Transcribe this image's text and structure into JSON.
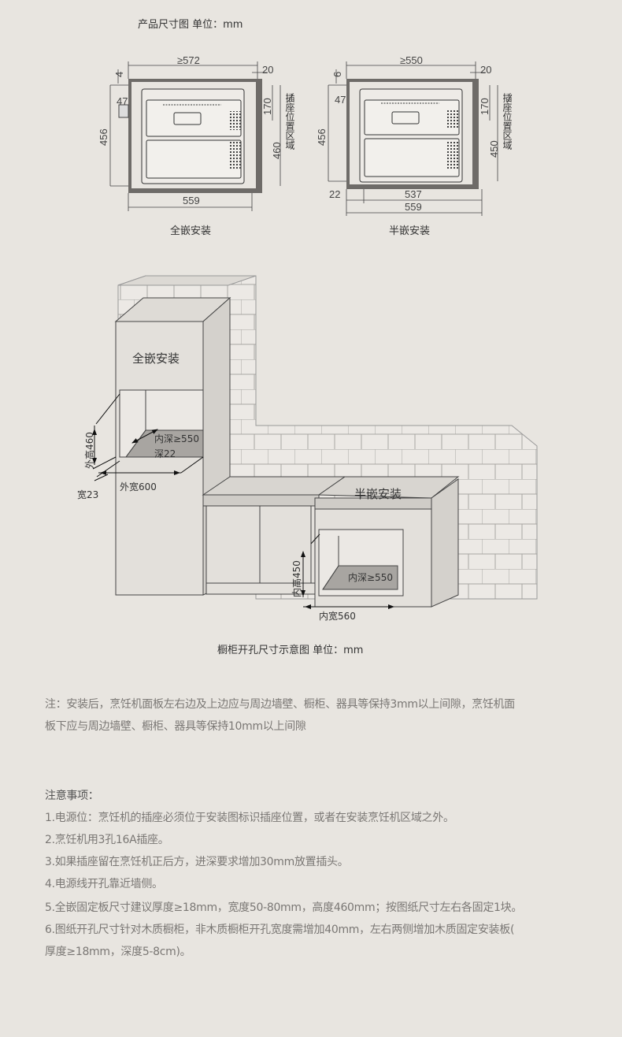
{
  "top_section": {
    "title": "产品尺寸图 单位：mm",
    "full_embed": {
      "caption": "全嵌安装",
      "width_min": "≥572",
      "right_gap": "20",
      "top_gap": "4",
      "side_offset": "47",
      "height": "456",
      "socket_height": "170",
      "cavity_height": "460",
      "socket_zone": "插座位置区域",
      "bottom_width": "559"
    },
    "half_embed": {
      "caption": "半嵌安装",
      "width_min": "≥550",
      "right_gap": "20",
      "top_gap": "6",
      "side_offset": "47",
      "height": "456",
      "socket_height": "170",
      "cavity_height": "450",
      "socket_zone": "插座位置区域",
      "left_offset": "22",
      "inner_width": "537",
      "bottom_width": "559"
    }
  },
  "cabinet_section": {
    "caption": "橱柜开孔尺寸示意图 单位：mm",
    "full_embed": {
      "label": "全嵌安装",
      "outer_height": "外高460",
      "inner_depth": "内深≥550",
      "depth": "深22",
      "outer_width": "外宽600",
      "width": "宽23"
    },
    "half_embed": {
      "label": "半嵌安装",
      "inner_height": "内高450",
      "inner_depth": "内深≥550",
      "inner_width": "内宽560"
    }
  },
  "note": {
    "line1": "注：安装后，烹饪机面板左右边及上边应与周边墙壁、橱柜、器具等保持3mm以上间隙，烹饪机面",
    "line2": "板下应与周边墙壁、橱柜、器具等保持10mm以上间隙"
  },
  "precautions": {
    "title": "注意事项：",
    "items": [
      "1.电源位：烹饪机的插座必须位于安装图标识插座位置，或者在安装烹饪机区域之外。",
      "2.烹饪机用3孔16A插座。",
      "3.如果插座留在烹饪机正后方，进深要求增加30mm放置插头。",
      "4.电源线开孔靠近墙侧。",
      "5.全嵌固定板尺寸建议厚度≥18mm，宽度50-80mm，高度460mm；按图纸尺寸左右各固定1块。",
      "6.图纸开孔尺寸针对木质橱柜，非木质橱柜开孔宽度需增加40mm，左右两侧增加木质固定安装板(",
      "厚度≥18mm，深度5-8cm)。"
    ]
  }
}
